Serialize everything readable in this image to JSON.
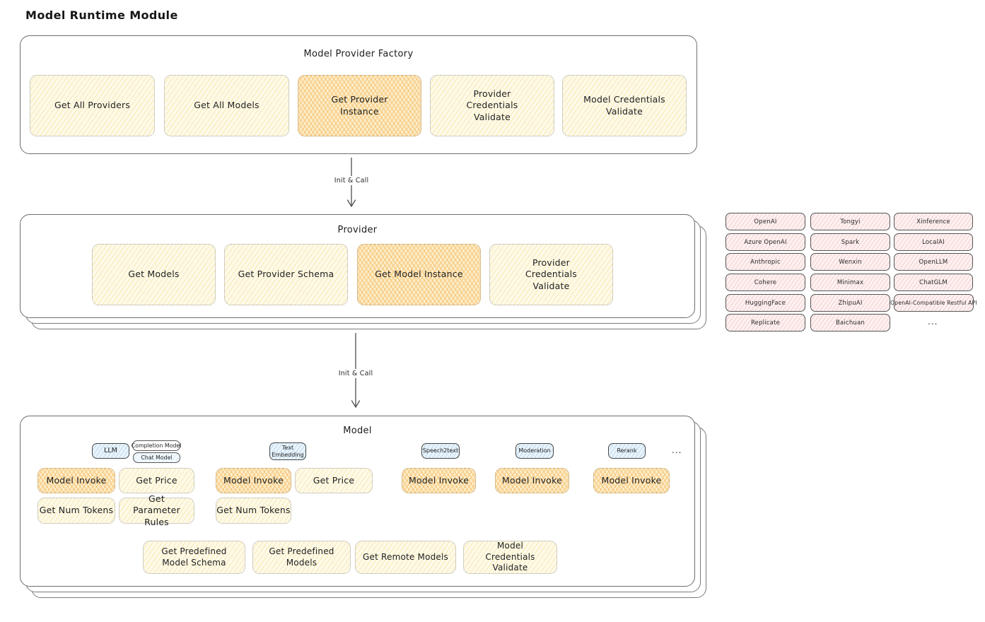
{
  "page": {
    "title": "Model Runtime Module"
  },
  "colors": {
    "yellow_fill": "#fefae9",
    "yellow_hatch": "#f3d982",
    "orange_fill": "#fcedc9",
    "orange_hatch": "#f6b152",
    "pink_fill": "#fdf1f1",
    "pink_hatch": "#eca4a4",
    "blue_fill": "#eaf4fb",
    "blue_hatch": "#89bde4",
    "box_border": "#6d6d6d",
    "text": "#1f1f1f"
  },
  "factory": {
    "title": "Model Provider Factory",
    "buttons": [
      {
        "label": "Get All Providers"
      },
      {
        "label": "Get All Models"
      },
      {
        "label": "Get Provider Instance",
        "highlight": true
      },
      {
        "label": "Provider Credentials Validate"
      },
      {
        "label": "Model Credentials Validate"
      }
    ]
  },
  "arrows": {
    "first": {
      "label": "Init & Call"
    },
    "second": {
      "label": "Init & Call"
    }
  },
  "provider": {
    "title": "Provider",
    "buttons": [
      {
        "label": "Get Models"
      },
      {
        "label": "Get Provider Schema"
      },
      {
        "label": "Get Model Instance",
        "highlight": true
      },
      {
        "label": "Provider Credentials Validate"
      }
    ]
  },
  "providers_grid": {
    "columns": [
      [
        "OpenAI",
        "Azure OpenAI",
        "Anthropic",
        "Cohere",
        "HuggingFace",
        "Replicate"
      ],
      [
        "Tongyi",
        "Spark",
        "Wenxin",
        "Minimax",
        "ZhipuAI",
        "Baichuan"
      ],
      [
        "Xinference",
        "LocalAI",
        "OpenLLM",
        "ChatGLM",
        "OpenAI-Compatible Restful API"
      ]
    ],
    "more_label": "..."
  },
  "model": {
    "title": "Model",
    "tabs": {
      "llm": "LLM",
      "completion_model": "Completion Model",
      "chat_model": "Chat Model",
      "text_embedding": "Text Embedding",
      "speech2text": "Speech2text",
      "moderation": "Moderation",
      "rerank": "Rerank",
      "more_label": "..."
    },
    "llm_buttons": {
      "model_invoke": "Model Invoke",
      "get_price": "Get Price",
      "get_num_tokens": "Get Num Tokens",
      "get_parameter_rules": "Get Parameter Rules"
    },
    "embedding_buttons": {
      "model_invoke": "Model Invoke",
      "get_price": "Get Price",
      "get_num_tokens": "Get Num Tokens"
    },
    "speech2text_buttons": {
      "model_invoke": "Model Invoke"
    },
    "moderation_buttons": {
      "model_invoke": "Model Invoke"
    },
    "rerank_buttons": {
      "model_invoke": "Model Invoke"
    },
    "bottom_buttons": {
      "get_predefined_model_schema": "Get Predefined Model Schema",
      "get_predefined_models": "Get Predefined Models",
      "get_remote_models": "Get Remote Models",
      "model_credentials_validate": "Model Credentials Validate"
    }
  }
}
